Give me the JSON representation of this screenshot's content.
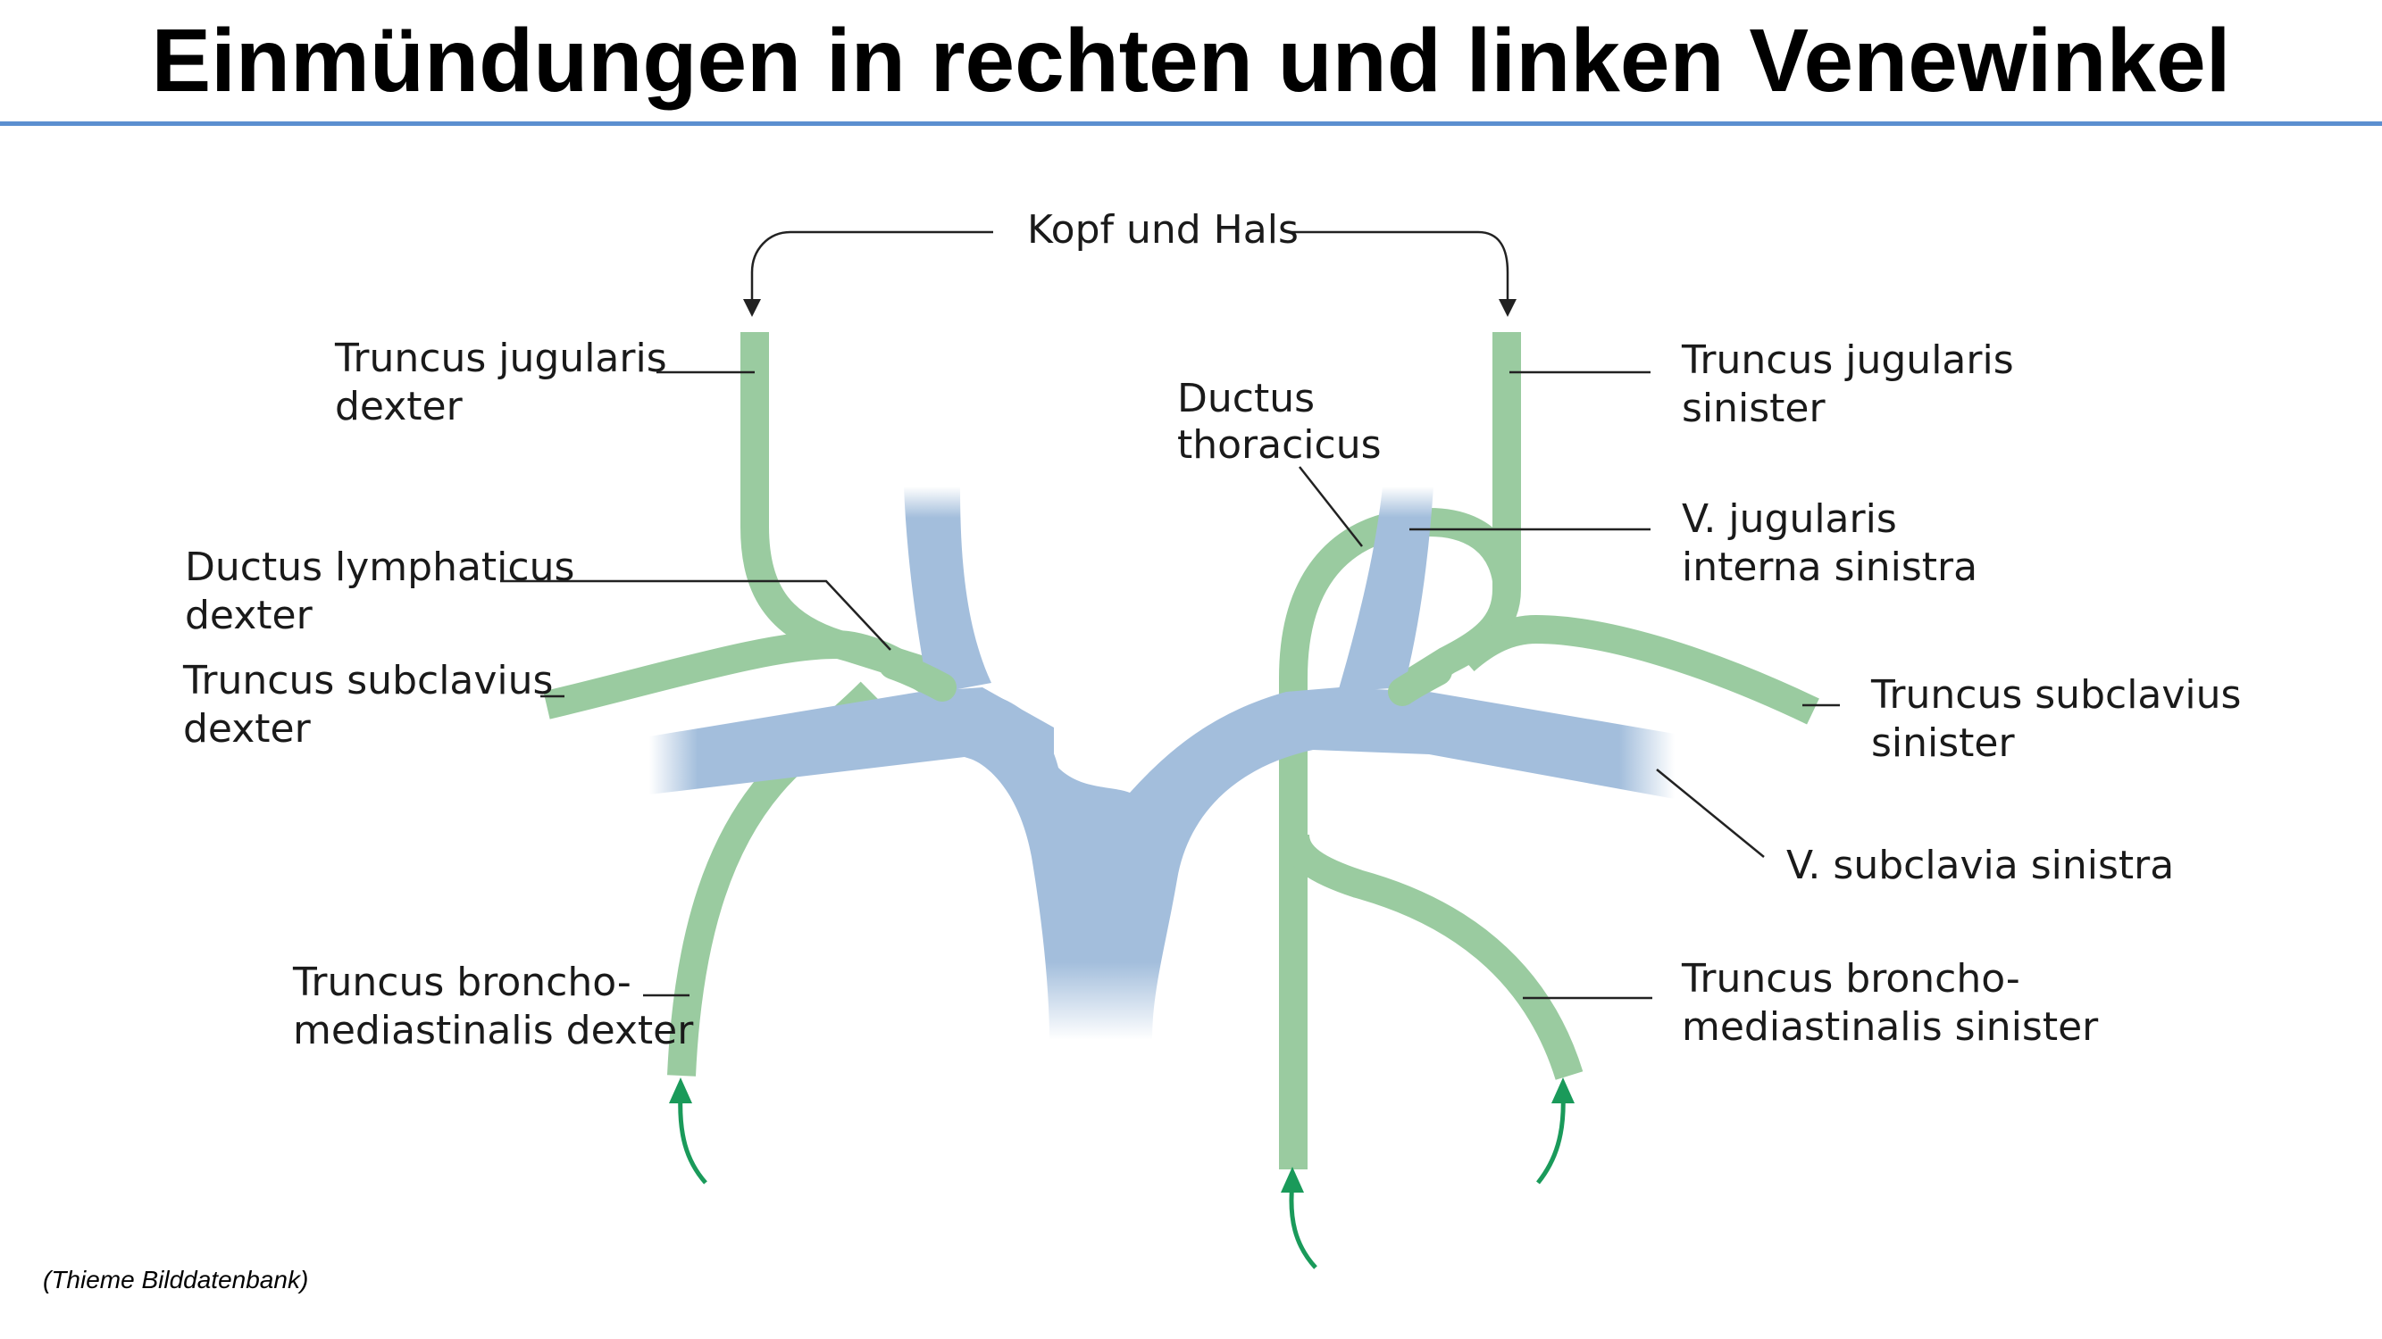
{
  "title": "Einmündungen in rechten und linken Venewinkel",
  "source": "(Thieme Bilddatenbank)",
  "colors": {
    "lymph": "#9acba0",
    "vein": "#a3bedc",
    "arrow": "#1a9a5a",
    "rule": "#5b8fd0"
  },
  "labels": {
    "kopf_hals": "Kopf und Hals",
    "tj_dexter_1": "Truncus jugularis",
    "tj_dexter_2": "dexter",
    "dl_dexter_1": "Ductus lymphaticus",
    "dl_dexter_2": "dexter",
    "ts_dexter_1": "Truncus subclavius",
    "ts_dexter_2": "dexter",
    "tb_dexter_1": "Truncus broncho-",
    "tb_dexter_2": "mediastinalis dexter",
    "dt_1": "Ductus",
    "dt_2": "thoracicus",
    "tj_sinister_1": "Truncus jugularis",
    "tj_sinister_2": "sinister",
    "vj_1": "V. jugularis",
    "vj_2": "interna sinistra",
    "ts_sinister_1": "Truncus subclavius",
    "ts_sinister_2": "sinister",
    "vs_sinistra": "V. subclavia sinistra",
    "tb_sinister_1": "Truncus broncho-",
    "tb_sinister_2": "mediastinalis sinister"
  }
}
